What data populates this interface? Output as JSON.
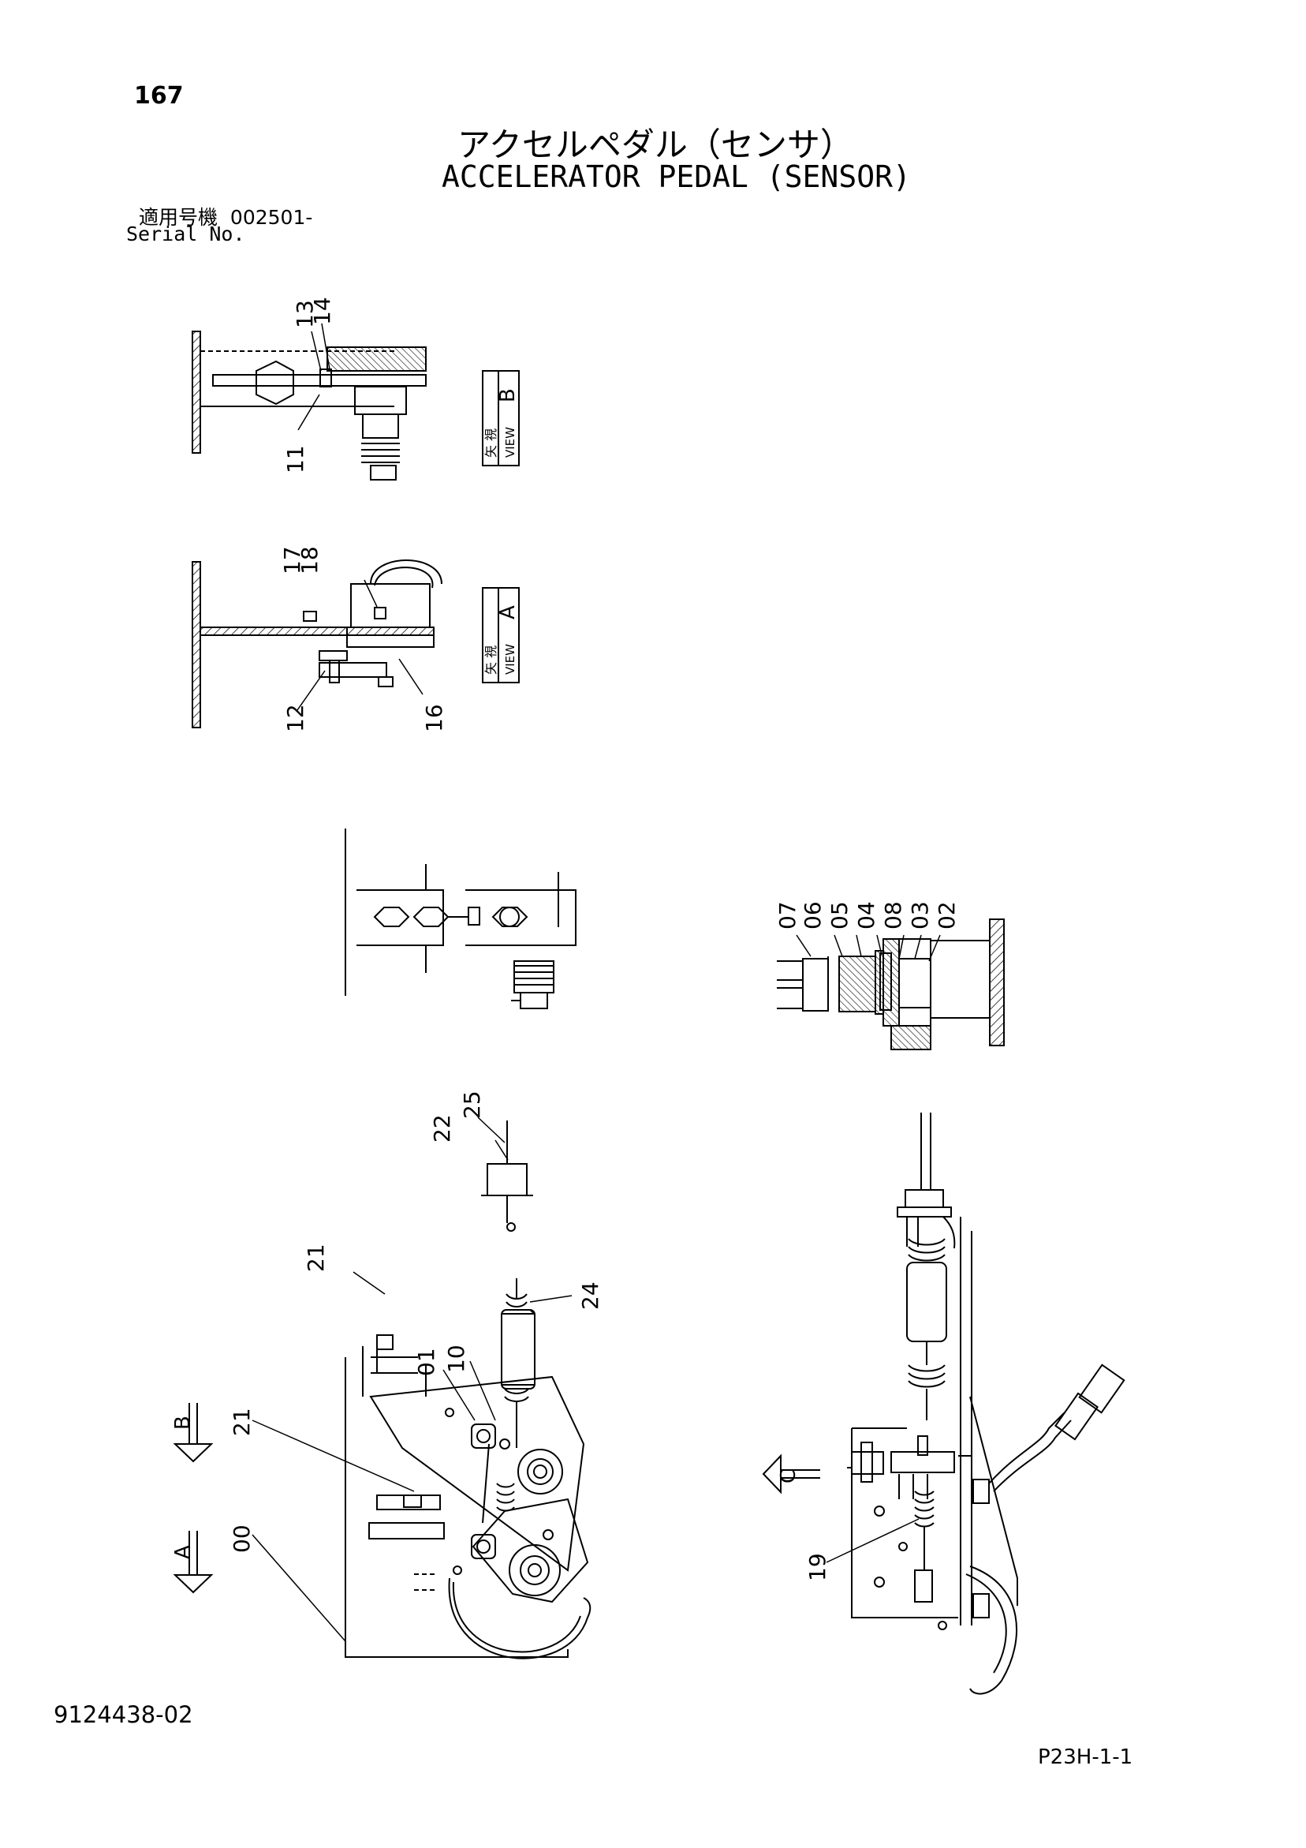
{
  "page_number": "167",
  "title_jp": "アクセルペダル（センサ）",
  "title_en": "ACCELERATOR PEDAL (SENSOR)",
  "serial_label_jp": "適用号機",
  "serial_value": "002501-",
  "serial_label_en": "Serial No.",
  "doc_number": "9124438-02",
  "page_code": "P23H-1-1",
  "view_b": {
    "kanji": "矢 視",
    "view": "VIEW",
    "letter": "B"
  },
  "view_a": {
    "kanji": "矢 視",
    "view": "VIEW",
    "letter": "A"
  },
  "arrows": {
    "b": "B",
    "a": "A",
    "c": "C"
  },
  "callouts": {
    "c13": "13",
    "c14": "14",
    "c11": "11",
    "c17": "17",
    "c18": "18",
    "c12": "12",
    "c16": "16",
    "c07": "07",
    "c06": "06",
    "c05": "05",
    "c04": "04",
    "c08": "08",
    "c03": "03",
    "c02": "02",
    "c25": "25",
    "c22": "22",
    "c21a": "21",
    "c24": "24",
    "c01": "01",
    "c10": "10",
    "c21b": "21",
    "c00": "00",
    "c19": "19"
  }
}
